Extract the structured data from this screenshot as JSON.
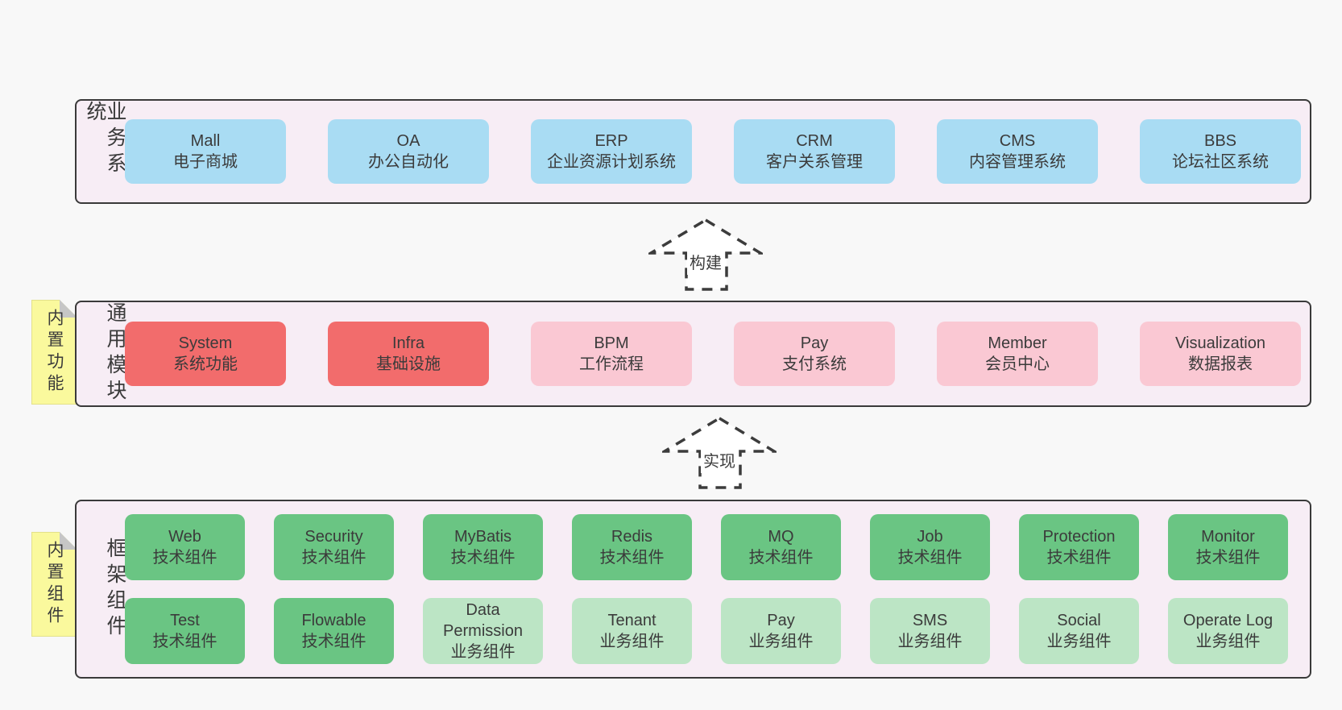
{
  "colors": {
    "page_bg": "#F8F8F8",
    "panel_bg": "#F7EDF5",
    "panel_border": "#3A3A3A",
    "box_blue": "#A9DCF3",
    "box_red": "#F26C6C",
    "box_pink": "#FAC8D3",
    "box_green": "#6AC583",
    "box_green_light": "#BCE5C5",
    "note_yellow": "#FAF99D",
    "note_fold": "#C6C6C6",
    "text": "#3B3B3B"
  },
  "arrows": [
    {
      "label": "构建"
    },
    {
      "label": "实现"
    }
  ],
  "layers": [
    {
      "label": "业务系统",
      "rows": [
        [
          {
            "name": "Mall",
            "desc": "电子商城",
            "variant": "blue"
          },
          {
            "name": "OA",
            "desc": "办公自动化",
            "variant": "blue"
          },
          {
            "name": "ERP",
            "desc": "企业资源计划系统",
            "variant": "blue"
          },
          {
            "name": "CRM",
            "desc": "客户关系管理",
            "variant": "blue"
          },
          {
            "name": "CMS",
            "desc": "内容管理系统",
            "variant": "blue"
          },
          {
            "name": "BBS",
            "desc": "论坛社区系统",
            "variant": "blue"
          }
        ]
      ]
    },
    {
      "label": "通用模块",
      "note": "内置功能",
      "rows": [
        [
          {
            "name": "System",
            "desc": "系统功能",
            "variant": "red"
          },
          {
            "name": "Infra",
            "desc": "基础设施",
            "variant": "red"
          },
          {
            "name": "BPM",
            "desc": "工作流程",
            "variant": "pink"
          },
          {
            "name": "Pay",
            "desc": "支付系统",
            "variant": "pink"
          },
          {
            "name": "Member",
            "desc": "会员中心",
            "variant": "pink"
          },
          {
            "name": "Visualization",
            "desc": "数据报表",
            "variant": "pink"
          }
        ]
      ]
    },
    {
      "label": "框架组件",
      "note": "内置组件",
      "rows": [
        [
          {
            "name": "Web",
            "desc": "技术组件",
            "variant": "green"
          },
          {
            "name": "Security",
            "desc": "技术组件",
            "variant": "green"
          },
          {
            "name": "MyBatis",
            "desc": "技术组件",
            "variant": "green"
          },
          {
            "name": "Redis",
            "desc": "技术组件",
            "variant": "green"
          },
          {
            "name": "MQ",
            "desc": "技术组件",
            "variant": "green"
          },
          {
            "name": "Job",
            "desc": "技术组件",
            "variant": "green"
          },
          {
            "name": "Protection",
            "desc": "技术组件",
            "variant": "green"
          },
          {
            "name": "Monitor",
            "desc": "技术组件",
            "variant": "green"
          }
        ],
        [
          {
            "name": "Test",
            "desc": "技术组件",
            "variant": "green"
          },
          {
            "name": "Flowable",
            "desc": "技术组件",
            "variant": "green"
          },
          {
            "name": "Data Permission",
            "desc": "业务组件",
            "variant": "green-light"
          },
          {
            "name": "Tenant",
            "desc": "业务组件",
            "variant": "green-light"
          },
          {
            "name": "Pay",
            "desc": "业务组件",
            "variant": "green-light"
          },
          {
            "name": "SMS",
            "desc": "业务组件",
            "variant": "green-light"
          },
          {
            "name": "Social",
            "desc": "业务组件",
            "variant": "green-light"
          },
          {
            "name": "Operate Log",
            "desc": "业务组件",
            "variant": "green-light"
          }
        ]
      ]
    }
  ]
}
